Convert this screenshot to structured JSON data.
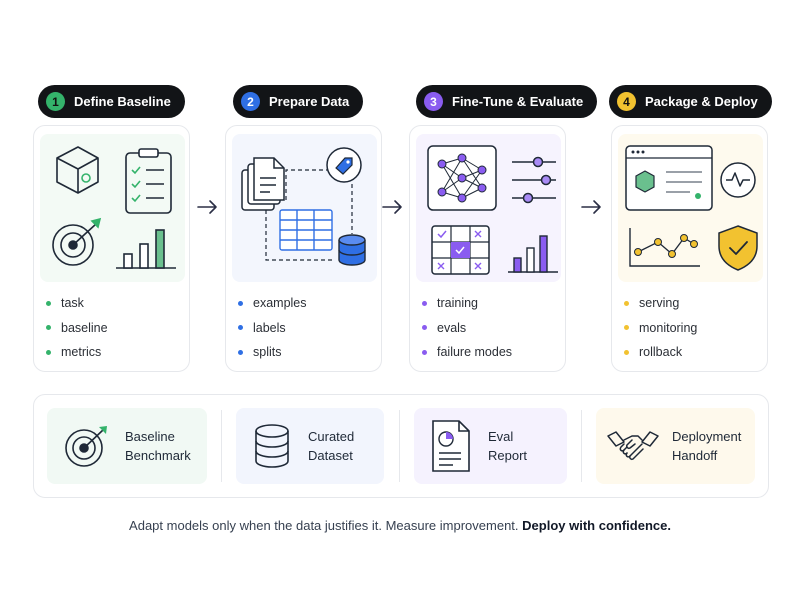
{
  "colors": {
    "green": "#34b36b",
    "blue": "#2f6fe4",
    "purple": "#8a5cf0",
    "yellow": "#f2c230",
    "pill_bg": "#121417"
  },
  "steps": [
    {
      "number": "1",
      "title": "Define Baseline",
      "bullets": [
        "task",
        "baseline",
        "metrics"
      ],
      "icons": [
        "box-icon",
        "checklist-icon",
        "target-icon",
        "bar-chart-icon"
      ]
    },
    {
      "number": "2",
      "title": "Prepare Data",
      "bullets": [
        "examples",
        "labels",
        "splits"
      ],
      "icons": [
        "documents-icon",
        "tag-icon",
        "table-icon",
        "database-icon"
      ]
    },
    {
      "number": "3",
      "title": "Fine-Tune & Evaluate",
      "bullets": [
        "training",
        "evals",
        "failure modes"
      ],
      "icons": [
        "neural-network-icon",
        "sliders-icon",
        "confusion-grid-icon",
        "bar-chart-icon"
      ]
    },
    {
      "number": "4",
      "title": "Package & Deploy",
      "bullets": [
        "serving",
        "monitoring",
        "rollback"
      ],
      "icons": [
        "browser-window-icon",
        "heartbeat-icon",
        "line-chart-icon",
        "shield-check-icon"
      ]
    }
  ],
  "deliverables": [
    {
      "line1": "Baseline",
      "line2": "Benchmark",
      "icon": "target-icon"
    },
    {
      "line1": "Curated",
      "line2": "Dataset",
      "icon": "database-icon"
    },
    {
      "line1": "Eval",
      "line2": "Report",
      "icon": "report-icon"
    },
    {
      "line1": "Deployment",
      "line2": "Handoff",
      "icon": "handshake-icon"
    }
  ],
  "footer": {
    "text": "Adapt models only when the data justifies it. Measure improvement.",
    "emphasis": "Deploy with confidence."
  }
}
